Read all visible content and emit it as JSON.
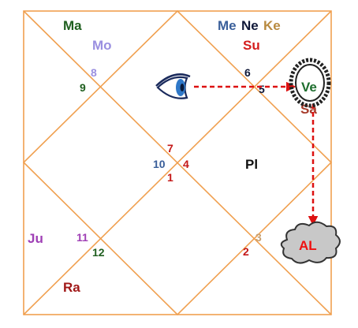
{
  "colors": {
    "grid": "#f0a050",
    "arrow": "#dd1111",
    "eye_stroke": "#1a2a5c",
    "eye_iris": "#2f78c8",
    "frame": "#222222",
    "cloud_fill": "#c8c8c8",
    "cloud_stroke": "#333333",
    "al_text": "#ee1111"
  },
  "planets": {
    "ma": {
      "text": "Ma",
      "color": "#1f5f1f"
    },
    "mo": {
      "text": "Mo",
      "color": "#9a8fe0"
    },
    "me": {
      "text": "Me",
      "color": "#3a5f9a"
    },
    "ne": {
      "text": "Ne",
      "color": "#101838"
    },
    "ke": {
      "text": "Ke",
      "color": "#b88a40"
    },
    "su": {
      "text": "Su",
      "color": "#d41c1c"
    },
    "ve": {
      "text": "Ve",
      "color": "#1e6e2e"
    },
    "sa": {
      "text": "Sa",
      "color": "#a63a2a"
    },
    "ju": {
      "text": "Ju",
      "color": "#9f3fb5"
    },
    "ra": {
      "text": "Ra",
      "color": "#a01818"
    },
    "pl": {
      "text": "Pl",
      "color": "#101010"
    }
  },
  "signs": {
    "s1": {
      "text": "1",
      "color": "#c41818"
    },
    "s2": {
      "text": "2",
      "color": "#c41818"
    },
    "s3": {
      "text": "3",
      "color": "#c8a070"
    },
    "s4": {
      "text": "4",
      "color": "#c41818"
    },
    "s5": {
      "text": "5",
      "color": "#101838"
    },
    "s6": {
      "text": "6",
      "color": "#101838"
    },
    "s7": {
      "text": "7",
      "color": "#c41818"
    },
    "s8": {
      "text": "8",
      "color": "#9a8fe0"
    },
    "s9": {
      "text": "9",
      "color": "#1f5f1f"
    },
    "s10": {
      "text": "10",
      "color": "#3a5f9a"
    },
    "s11": {
      "text": "11",
      "color": "#9f3fb5"
    },
    "s12": {
      "text": "12",
      "color": "#1f5f1f"
    }
  },
  "arudha": {
    "text": "AL"
  },
  "icons": [
    "eye-icon",
    "mirror-frame-icon",
    "cloud-icon",
    "aspect-arrow"
  ]
}
